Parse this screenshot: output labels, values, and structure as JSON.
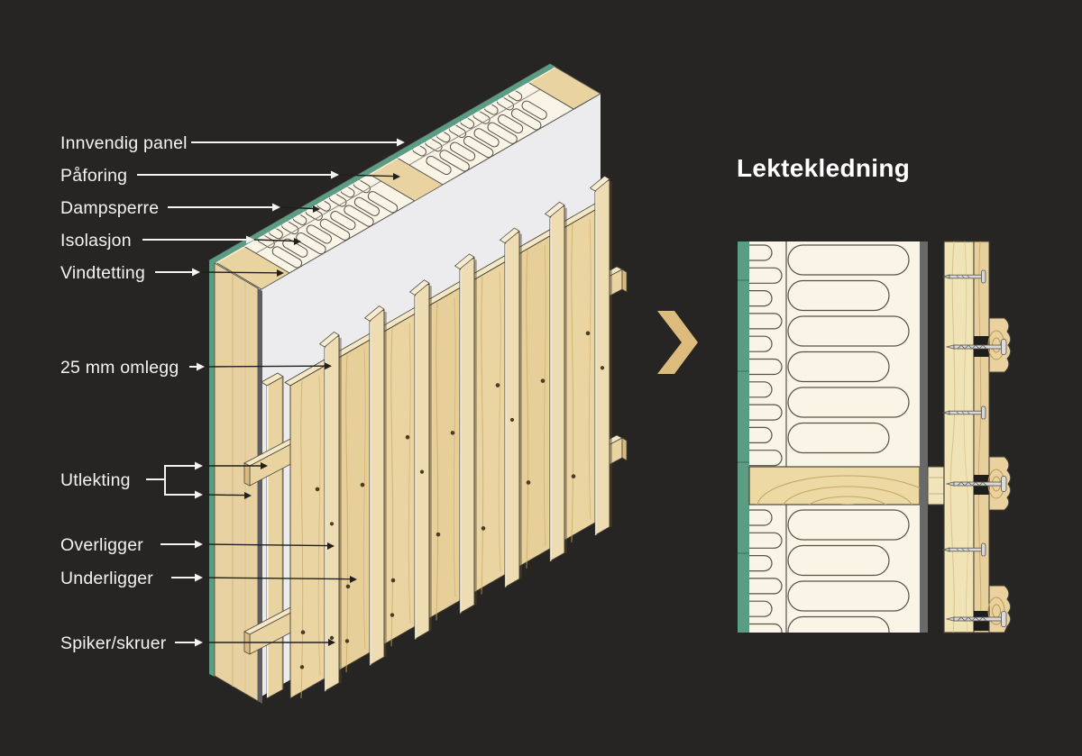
{
  "title": {
    "text": "Lektekledning"
  },
  "labels": [
    {
      "id": "innvendig-panel",
      "text": "Innvendig panel"
    },
    {
      "id": "paforing",
      "text": "Påforing"
    },
    {
      "id": "dampsperre",
      "text": "Dampsperre"
    },
    {
      "id": "isolasjon",
      "text": "Isolasjon"
    },
    {
      "id": "vindtetting",
      "text": "Vindtetting"
    },
    {
      "id": "omlegg",
      "text": "25 mm omlegg"
    },
    {
      "id": "utlekting",
      "text": "Utlekting"
    },
    {
      "id": "overligger",
      "text": "Overligger"
    },
    {
      "id": "underligger",
      "text": "Underligger"
    },
    {
      "id": "spiker-skruer",
      "text": "Spiker/skruer"
    }
  ],
  "icons": {
    "chevron": "chevron-right-icon"
  },
  "colors": {
    "background": "#272523",
    "label_text": "#f4f3f1",
    "green_panel": "#5b9c85",
    "insulation_cream": "#f9f4e5",
    "insulation_outline": "#55514a",
    "wood": "#e9d4a1",
    "wood_light": "#f3e7c6",
    "wood_dark": "#d9ba82",
    "wood_grain": "#c9a96a",
    "outline_dark": "#433d30",
    "windbarrier_white": "#ececee",
    "windbarrier_gray": "#696969",
    "arrow_white": "#f4f3f1",
    "arrow_black": "#21201c",
    "chevron_gold": "#ddbb7d",
    "metal": "#d9d9d9"
  }
}
